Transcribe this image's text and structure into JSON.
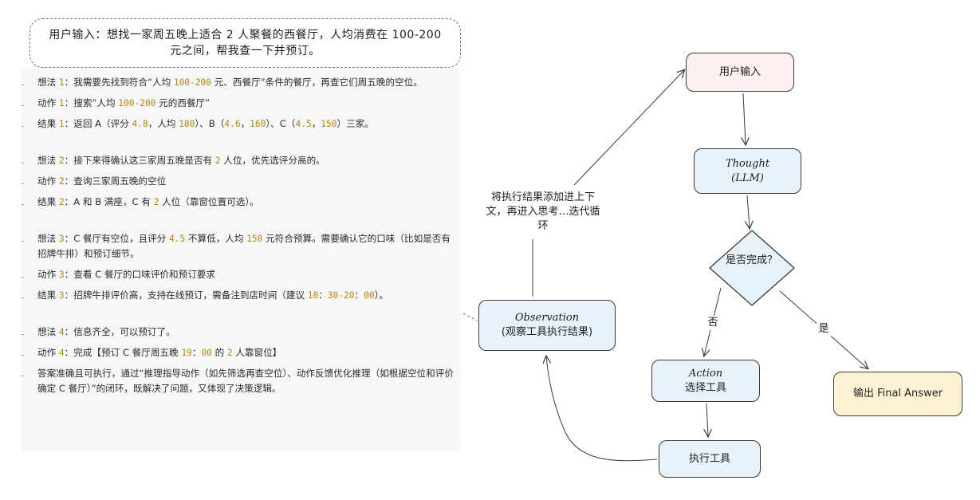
{
  "query": {
    "text": "用户输入：想找一家周五晚上适合 2 人聚餐的西餐厅，人均消费在 100-200 元之间，帮我查一下并预订。"
  },
  "trace": [
    {
      "gap": "none",
      "segments": [
        "想法 ",
        {
          "n": "1"
        },
        "：我需要先找到符合“人均 ",
        {
          "n": "100-200"
        },
        " 元、西餐厅”条件的餐厅，再查它们周五晚的空位。"
      ]
    },
    {
      "gap": "small",
      "segments": [
        "动作 ",
        {
          "n": "1"
        },
        "：搜索“人均 ",
        {
          "n": "100-200"
        },
        " 元的西餐厅”"
      ]
    },
    {
      "gap": "small",
      "segments": [
        "结果 ",
        {
          "n": "1"
        },
        "：返回 A（评分 ",
        {
          "n": "4.8"
        },
        "，人均 ",
        {
          "n": "180"
        },
        "）、B（",
        {
          "n": "4.6"
        },
        "，",
        {
          "n": "160"
        },
        "）、C（",
        {
          "n": "4.5"
        },
        "，",
        {
          "n": "150"
        },
        "）三家。"
      ]
    },
    {
      "gap": "big",
      "segments": [
        "想法 ",
        {
          "n": "2"
        },
        "：接下来得确认这三家周五晚是否有 ",
        {
          "n": "2"
        },
        " 人位，优先选评分高的。"
      ]
    },
    {
      "gap": "small",
      "segments": [
        "动作 ",
        {
          "n": "2"
        },
        "：查询三家周五晚的空位"
      ]
    },
    {
      "gap": "small",
      "segments": [
        "结果 ",
        {
          "n": "2"
        },
        "：A 和 B 满座，C 有 ",
        {
          "n": "2"
        },
        " 人位（靠窗位置可选）。"
      ]
    },
    {
      "gap": "big",
      "segments": [
        "想法 ",
        {
          "n": "3"
        },
        "：C 餐厅有空位，且评分 ",
        {
          "n": "4.5"
        },
        " 不算低，人均 ",
        {
          "n": "150"
        },
        " 元符合预算。需要确认它的口味（比如是否有招牌牛排）和预订细节。"
      ]
    },
    {
      "gap": "small",
      "segments": [
        "动作 ",
        {
          "n": "3"
        },
        "：查看 C 餐厅的口味评价和预订要求"
      ]
    },
    {
      "gap": "small",
      "segments": [
        "结果 ",
        {
          "n": "3"
        },
        "：招牌牛排评价高，支持在线预订，需备注到店时间（建议 ",
        {
          "n": "18"
        },
        "：",
        {
          "n": "30-20"
        },
        "：",
        {
          "n": "00"
        },
        "）。"
      ]
    },
    {
      "gap": "big",
      "segments": [
        "想法 ",
        {
          "n": "4"
        },
        "：信息齐全，可以预订了。"
      ]
    },
    {
      "gap": "small",
      "segments": [
        "动作 ",
        {
          "n": "4"
        },
        "：完成【预订 C 餐厅周五晚 ",
        {
          "n": "19"
        },
        "：",
        {
          "n": "00"
        },
        " 的 ",
        {
          "n": "2"
        },
        " 人靠窗位】"
      ]
    },
    {
      "gap": "small",
      "segments": [
        "答案准确且可执行，通过“推理指导动作（如先筛选再查空位）、动作反馈优化推理（如根据空位和评价确定 C 餐厅）”的闭环，既解决了问题，又体现了决策逻辑。"
      ]
    }
  ],
  "flow": {
    "user_input": "用户输入",
    "thought_title": "Thought",
    "thought_sub": "(LLM)",
    "decision": "是否完成？",
    "action_title": "Action",
    "action_sub": "选择工具",
    "execute": "执行工具",
    "observation_title": "Observation",
    "observation_sub": "(观察工具执行结果)",
    "final": "输出 Final Answer",
    "label_no": "否",
    "label_yes": "是",
    "loop_label": "将执行结果添加进上下文，再进入思考…迭代循环"
  },
  "colors": {
    "user_fill": "#fdf0f0",
    "blue_fill": "#e8f2fc",
    "final_fill": "#fdf3d3",
    "decision_fill": "#e8f2fc",
    "number_accent": "#b8860b",
    "trace_bg": "#f6f7f9"
  }
}
